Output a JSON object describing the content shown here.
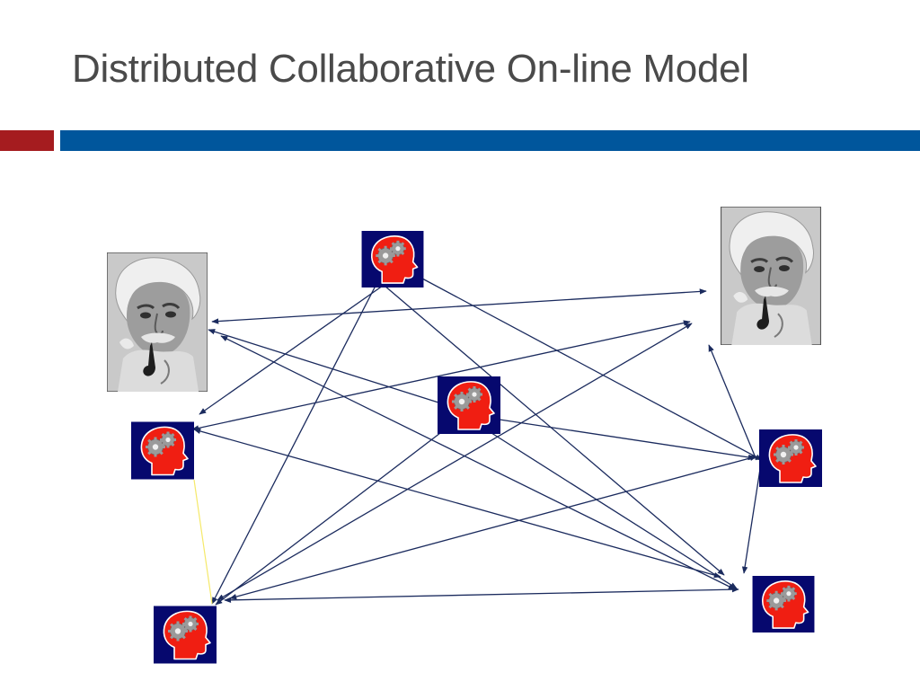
{
  "slide": {
    "title": "Distributed Collaborative On-line Model"
  },
  "colors": {
    "title_text": "#4a4a4a",
    "accent_red": "#a51c1f",
    "accent_blue": "#00569c",
    "arrow": "#1b2b5e",
    "highlight_link": "#f5e96a",
    "head_background": "#06086e",
    "head_fill": "#f01e12",
    "gear": "#9a9a9a"
  },
  "nodes": [
    {
      "id": "portrait-left",
      "kind": "portrait",
      "icon": "einstein-portrait"
    },
    {
      "id": "portrait-right",
      "kind": "portrait",
      "icon": "einstein-portrait"
    },
    {
      "id": "head-top",
      "kind": "thinker",
      "icon": "head-gears-icon"
    },
    {
      "id": "head-center",
      "kind": "thinker",
      "icon": "head-gears-icon"
    },
    {
      "id": "head-left",
      "kind": "thinker",
      "icon": "head-gears-icon"
    },
    {
      "id": "head-bottom-left",
      "kind": "thinker",
      "icon": "head-gears-icon"
    },
    {
      "id": "head-right",
      "kind": "thinker",
      "icon": "head-gears-icon"
    },
    {
      "id": "head-bottom-right",
      "kind": "thinker",
      "icon": "head-gears-icon"
    }
  ],
  "links": [
    {
      "from": "portrait-left",
      "to": "portrait-right",
      "arrows": "both"
    },
    {
      "from": "head-left",
      "to": "portrait-right",
      "arrows": "both"
    },
    {
      "from": "portrait-left",
      "to": "head-center",
      "arrows": "start"
    },
    {
      "from": "portrait-left",
      "to": "head-bottom-right",
      "arrows": "both"
    },
    {
      "from": "head-top",
      "to": "head-left",
      "arrows": "end"
    },
    {
      "from": "head-top",
      "to": "head-bottom-left",
      "arrows": "end"
    },
    {
      "from": "head-top",
      "to": "head-right",
      "arrows": "end"
    },
    {
      "from": "head-top",
      "to": "head-bottom-right",
      "arrows": "end"
    },
    {
      "from": "head-center",
      "to": "head-bottom-left",
      "arrows": "end"
    },
    {
      "from": "head-center",
      "to": "head-right",
      "arrows": "end"
    },
    {
      "from": "head-center",
      "to": "head-bottom-right",
      "arrows": "end"
    },
    {
      "from": "head-left",
      "to": "head-bottom-right",
      "arrows": "both"
    },
    {
      "from": "head-bottom-left",
      "to": "portrait-right",
      "arrows": "both"
    },
    {
      "from": "head-bottom-left",
      "to": "head-right",
      "arrows": "both"
    },
    {
      "from": "head-bottom-left",
      "to": "head-bottom-right",
      "arrows": "both"
    },
    {
      "from": "portrait-right",
      "to": "head-right",
      "arrows": "start"
    },
    {
      "from": "head-right",
      "to": "head-bottom-right",
      "arrows": "end"
    },
    {
      "from": "head-left",
      "to": "head-bottom-left",
      "arrows": "none",
      "style": "highlight"
    }
  ]
}
